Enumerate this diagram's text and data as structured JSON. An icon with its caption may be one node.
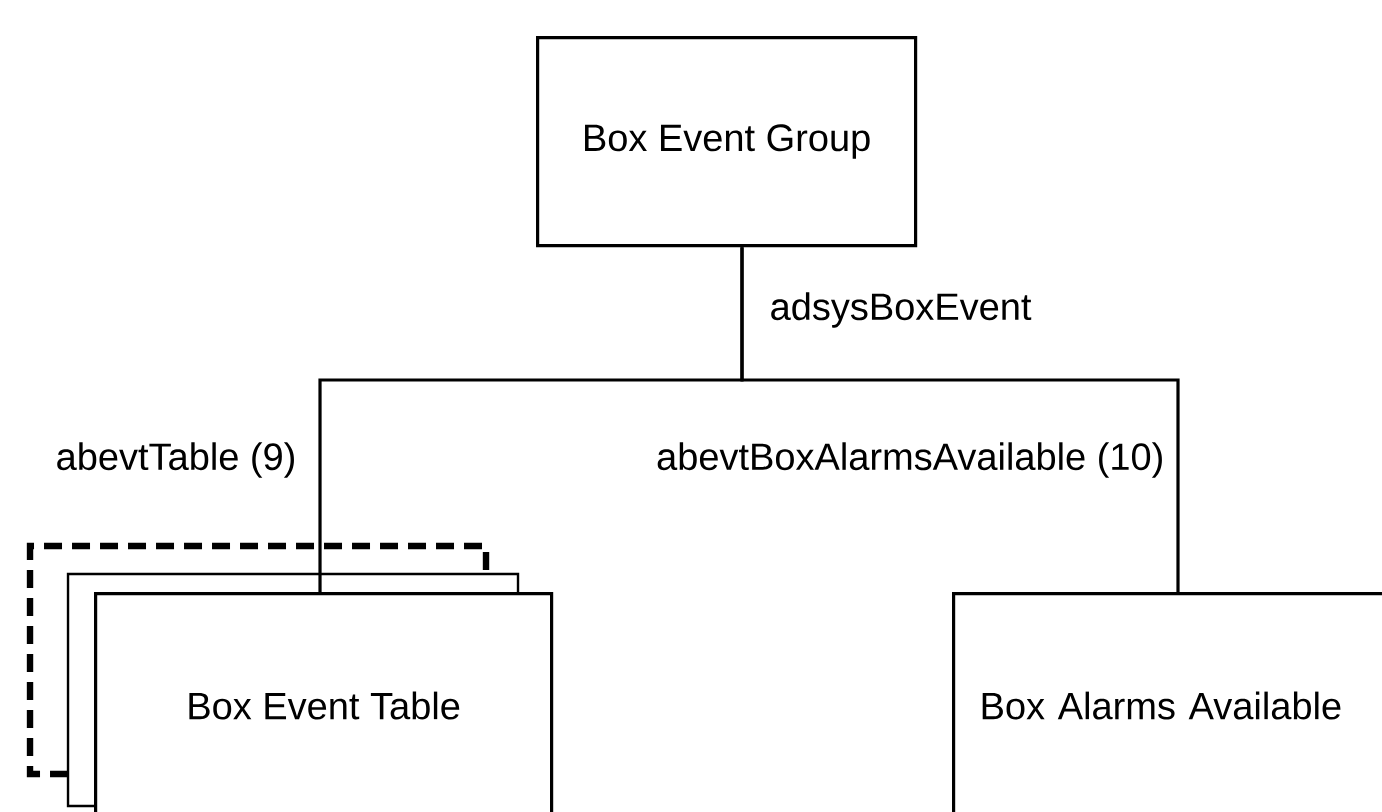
{
  "diagram": {
    "nodes": [
      {
        "text": [
          "Box Event Group"
        ]
      },
      {
        "text": [
          "Box Event Table"
        ]
      },
      {
        "text": [
          "Box Alarms Available"
        ]
      }
    ],
    "edges": [
      {
        "from": 0,
        "to": 1,
        "arrow": "none",
        "label": "abevtTable (9)"
      },
      {
        "from": 0,
        "to": 2,
        "arrow": "none",
        "label": "abevtBoxAlarmsAvailable (10)"
      }
    ],
    "labels": [
      "adsysBoxEvent"
    ]
  }
}
